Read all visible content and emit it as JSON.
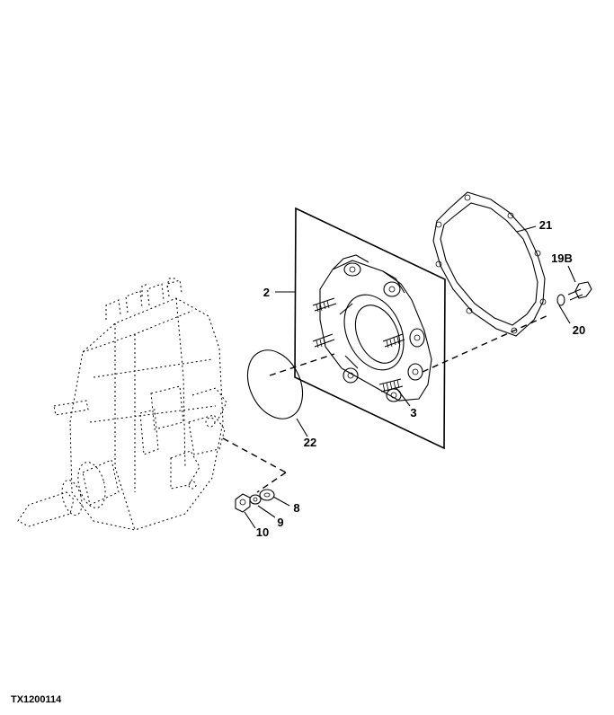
{
  "callouts": {
    "c2": "2",
    "c3": "3",
    "c8": "8",
    "c9": "9",
    "c10": "10",
    "c19b": "19B",
    "c20": "20",
    "c21": "21",
    "c22": "22"
  },
  "figure_code": "TX1200114"
}
